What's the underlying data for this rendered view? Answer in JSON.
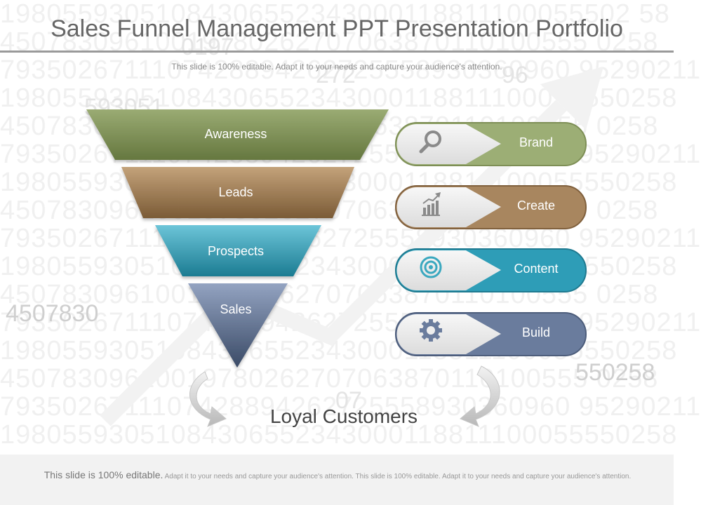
{
  "header": {
    "title": "Sales Funnel Management PPT Presentation Portfolio",
    "subtitle": "This slide is 100% editable. Adapt it to your needs and capture your audience's attention."
  },
  "background": {
    "digit_rows": [
      "19805593051084306552343000118811100055502 58",
      "45078309610019780262707063870110100555 0258",
      "7935026711107428894262725558930360960 95290211",
      "19805593051084306552343000118811100055550258",
      "45078309610019780262707063870110100555 0258",
      "7935026711107428894262725558930360960 95290211",
      "19805593051084306552343000118811100055550258",
      "45078309610019780262707063870110100555 0258",
      "7935026711107428894262725558930360960 95290211",
      "19805593051084306552343000118811100055550258",
      "45078309610019780262707063870110100555 0258",
      "7935026711107428894262725558930360960 95290211",
      "19805593051084306552343000118811100055550258",
      "45078309610019780262707063870110100555 0258",
      "7935026711107428894262725558930360960 95290211",
      "19805593051084306552343000118811100055550258"
    ],
    "accent_numbers": [
      "0197",
      "272",
      "96",
      "593051",
      "4507830",
      "550258",
      "07"
    ]
  },
  "funnel": {
    "segments": [
      {
        "label": "Awareness",
        "color_top": "#9aab73",
        "color_bottom": "#65773f"
      },
      {
        "label": "Leads",
        "color_top": "#c3a27a",
        "color_bottom": "#7b5b36"
      },
      {
        "label": "Prospects",
        "color_top": "#6cc4d8",
        "color_bottom": "#1b7c92"
      },
      {
        "label": "Sales",
        "color_top": "#93a3c1",
        "color_bottom": "#3a4a66"
      }
    ]
  },
  "pills": [
    {
      "label": "Brand",
      "icon": "magnifier-icon",
      "color": "#9cae75",
      "border": "#7e8f56"
    },
    {
      "label": "Create",
      "icon": "bar-chart-growth-icon",
      "color": "#a8865f",
      "border": "#80603d"
    },
    {
      "label": "Content",
      "icon": "target-icon",
      "color": "#2e9db7",
      "border": "#1f7a90"
    },
    {
      "label": "Build",
      "icon": "gear-icon",
      "color": "#6a7c9d",
      "border": "#4d5d7b"
    }
  ],
  "outcome": {
    "label": "Loyal Customers"
  },
  "footer": {
    "lead": "This slide is 100% editable.",
    "body": "Adapt it to your needs and capture your audience's attention. This slide is 100% editable. Adapt it to your needs and capture your audience's attention."
  },
  "colors": {
    "title": "#666666",
    "rule": "#9a9a9a",
    "icon": "#8a8a8a"
  }
}
